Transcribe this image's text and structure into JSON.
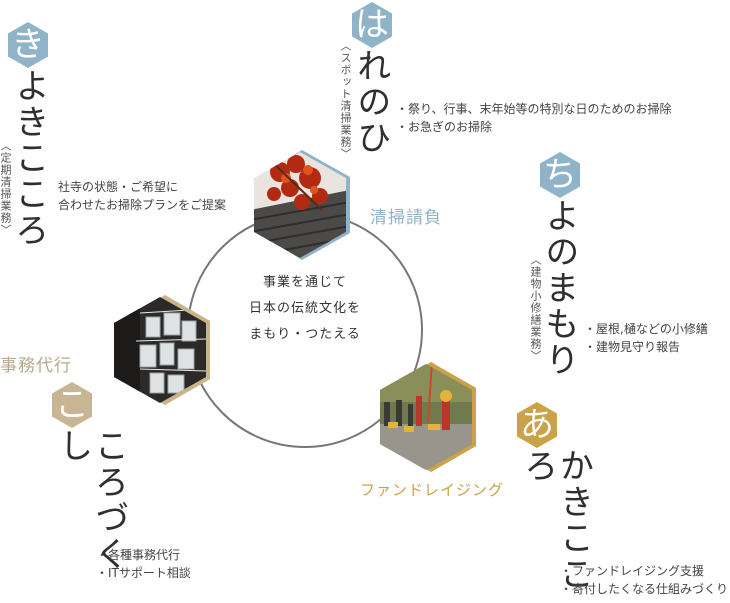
{
  "colors": {
    "blue": "#8fb3c8",
    "gold": "#c9a24a",
    "tan": "#b8a98c",
    "circle": "#777777"
  },
  "center": {
    "line1": "事業を通じて",
    "line2": "日本の伝統文化を",
    "line3": "まもり・つたえる"
  },
  "kiyokikokoro": {
    "badge": "き",
    "title": "よきこころ",
    "subtitle": "〈定期清掃業務〉",
    "desc1": "社寺の状態・ご希望に",
    "desc2": "合わせたお掃除プランをご提案"
  },
  "harenohi": {
    "badge": "は",
    "title": "れのひ",
    "subtitle": "〈スポット清掃業務〉",
    "desc1": "・祭り、行事、末年始等の特別な日のためのお掃除",
    "desc2": "・お急ぎのお掃除"
  },
  "chiyonomamori": {
    "badge": "ち",
    "title": "よのまもり",
    "subtitle": "〈建物小修繕業務〉",
    "desc1": "・屋根,樋などの小修繕",
    "desc2": "・建物見守り報告"
  },
  "kokorozukushi": {
    "badge": "こ",
    "title": "ころづくし",
    "desc1": "・各種事務代行",
    "desc2": "・ITサポート相談"
  },
  "akikokoro": {
    "badge": "あ",
    "title": "かきこころ",
    "desc1": "・ファンドレイジング支援",
    "desc2": "・寄付したくなる仕組みづくり"
  },
  "labels": {
    "cleaning": "清掃請負",
    "office": "事務代行",
    "fundraising": "ファンドレイジング"
  },
  "photos": {
    "top": "momiji-roof-photo",
    "left": "ema-plaques-photo",
    "bottom": "festival-procession-photo"
  }
}
